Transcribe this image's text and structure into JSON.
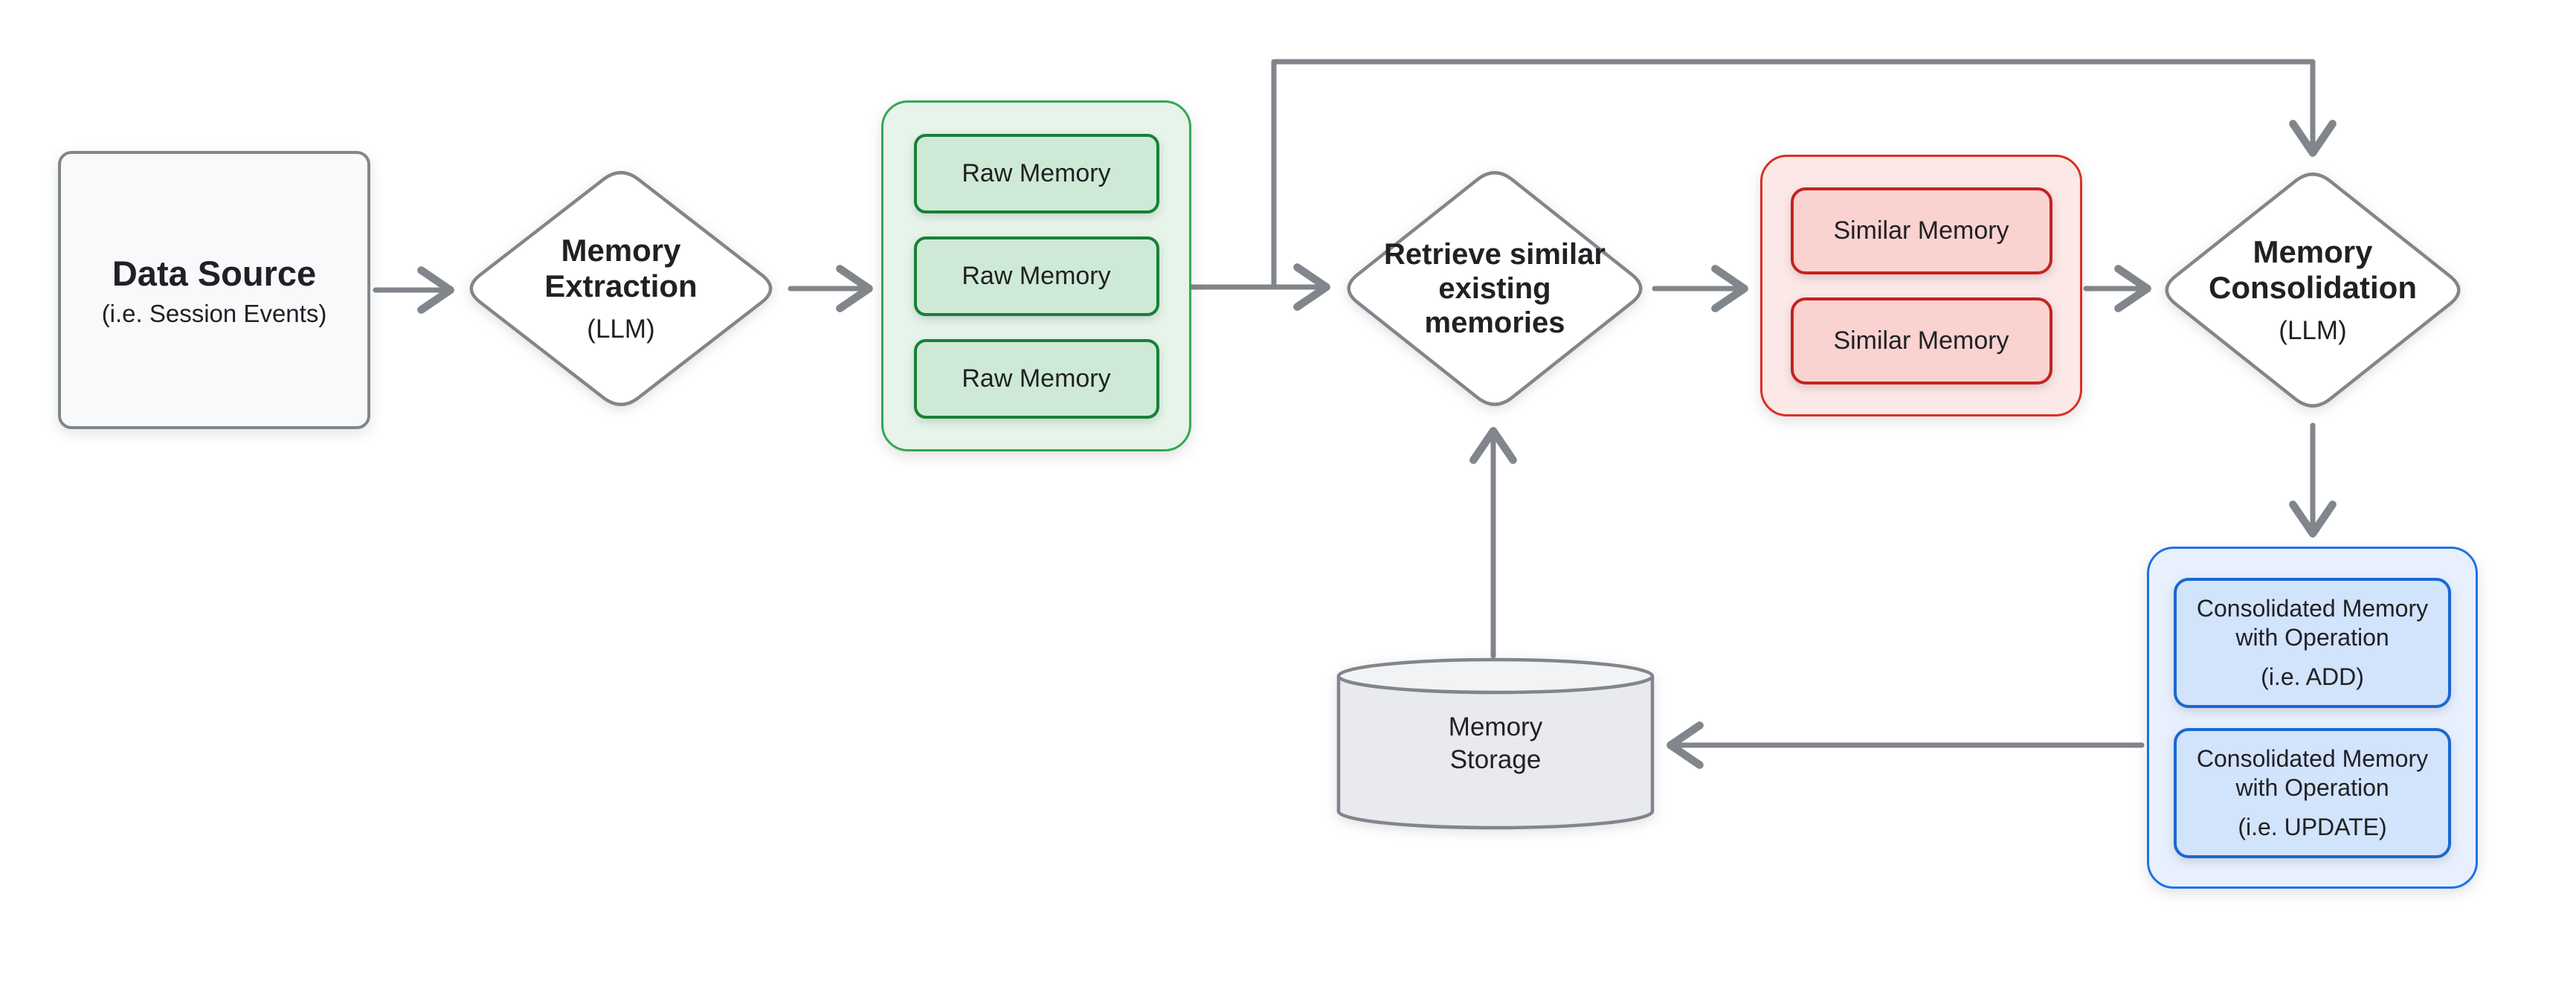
{
  "nodes": {
    "data_source": {
      "title": "Data Source",
      "subtitle": "(i.e. Session Events)"
    },
    "memory_extraction": {
      "title": "Memory\nExtraction",
      "subtitle": "(LLM)"
    },
    "raw_memory_group": {
      "items": [
        "Raw Memory",
        "Raw Memory",
        "Raw Memory"
      ]
    },
    "retrieve_similar": {
      "title": "Retrieve similar\nexisting\nmemories"
    },
    "similar_memory_group": {
      "items": [
        "Similar Memory",
        "Similar Memory"
      ]
    },
    "memory_consolidation": {
      "title": "Memory\nConsolidation",
      "subtitle": "(LLM)"
    },
    "consolidated_group": {
      "items": [
        {
          "title": "Consolidated Memory\nwith Operation",
          "subtitle": "(i.e. ADD)"
        },
        {
          "title": "Consolidated Memory\nwith Operation",
          "subtitle": "(i.e. UPDATE)"
        }
      ]
    },
    "memory_storage": {
      "title": "Memory\nStorage"
    }
  },
  "colors": {
    "arrow_gray": "#80868b",
    "node_border_gray": "#80868b",
    "node_fill_gray": "#f8f9fa",
    "green_container_fill": "#e6f4ea",
    "green_container_border": "#34a853",
    "green_chip_fill": "#ceead6",
    "green_chip_border": "#188038",
    "red_container_fill": "#fce8e6",
    "red_container_border": "#d93025",
    "red_chip_fill": "#fad2cf",
    "red_chip_border": "#c5221f",
    "blue_container_fill": "#e8f0fe",
    "blue_container_border": "#1a73e8",
    "blue_chip_fill": "#d2e3fc",
    "blue_chip_border": "#1967d2",
    "cylinder_fill": "#e8eaed",
    "cylinder_top_fill": "#f1f3f4",
    "text": "#202124"
  }
}
